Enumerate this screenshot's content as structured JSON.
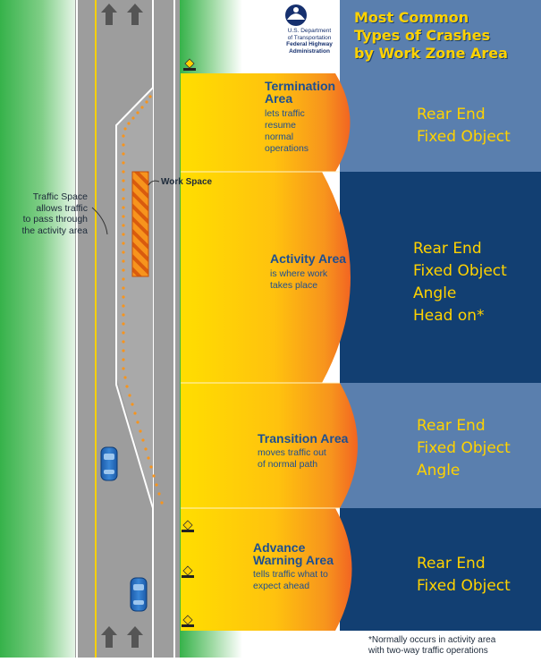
{
  "header": {
    "title_lines": [
      "Most Common",
      "Types of Crashes",
      "by Work Zone Area"
    ],
    "agency_lines": [
      "U.S. Department",
      "of Transportation",
      "Federal Highway",
      "Administration"
    ]
  },
  "road_labels": {
    "traffic_space_title": "Traffic Space",
    "traffic_space_lines": [
      "allows traffic",
      "to pass through",
      "the activity area"
    ],
    "work_space": "Work Space"
  },
  "zones": [
    {
      "title_lines": [
        "Termination",
        "Area"
      ],
      "desc_lines": [
        "lets traffic",
        "resume",
        "normal",
        "operations"
      ],
      "crashes": [
        "Rear End",
        "Fixed Object"
      ]
    },
    {
      "title_lines": [
        "Activity Area"
      ],
      "desc_lines": [
        "is where work",
        "takes place"
      ],
      "crashes": [
        "Rear End",
        "Fixed Object",
        "Angle",
        "Head on*"
      ]
    },
    {
      "title_lines": [
        "Transition Area"
      ],
      "desc_lines": [
        "moves traffic out",
        "of normal path"
      ],
      "crashes": [
        "Rear End",
        "Fixed Object",
        "Angle"
      ]
    },
    {
      "title_lines": [
        "Advance",
        "Warning Area"
      ],
      "desc_lines": [
        "tells traffic what to",
        "expect ahead"
      ],
      "crashes": [
        "Rear End",
        "Fixed Object"
      ]
    }
  ],
  "footnote_lines": [
    "*Normally occurs in activity area",
    "with two-way traffic operations"
  ],
  "colors": {
    "panel_light": "#5a7fae",
    "panel_dark": "#123f72",
    "crash_text": "#ffd200",
    "zone_text": "#1d4f91",
    "grass": "#39b54a",
    "road": "#9b9b9b",
    "orange": "#f7941d"
  }
}
